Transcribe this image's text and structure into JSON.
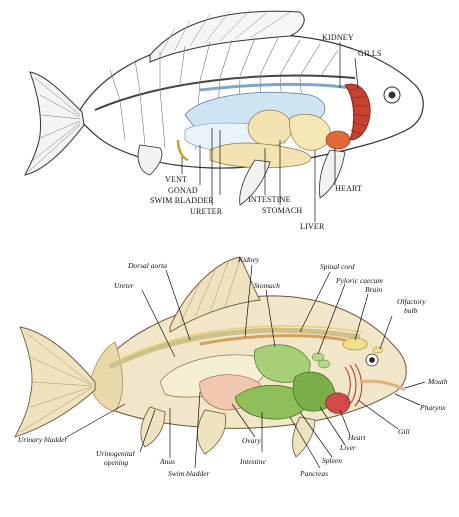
{
  "diagram_top": {
    "labels": {
      "kidney": "KIDNEY",
      "gills": "GILLS",
      "vent": "VENT",
      "gonad": "GONAD",
      "swim_bladder": "SWIM BLADDER",
      "ureter": "URETER",
      "intestine": "INTESTINE",
      "stomach": "STOMACH",
      "heart": "HEART",
      "liver": "LIVER"
    }
  },
  "diagram_bottom": {
    "labels": {
      "dorsal_aorta": "Dorsal aorta",
      "kidney": "Kidney",
      "spinal_cord": "Spinal cord",
      "ureter": "Ureter",
      "stomach": "Stomach",
      "pyloric_caecum": "Pyloric caecum",
      "brain": "Brain",
      "olfactory_bulb_1": "Olfactory",
      "olfactory_bulb_2": "bulb",
      "mouth": "Mouth",
      "pharynx": "Pharynx",
      "gill": "Gill",
      "heart": "Heart",
      "liver": "Liver",
      "spleen": "Spleen",
      "pancreas": "Pancreas",
      "intestine": "Intestine",
      "ovary": "Ovary",
      "swim_bladder": "Swim bladder",
      "anus": "Anus",
      "urinogenital_1": "Urinogenital",
      "urinogenital_2": "opening",
      "urinary_bladder": "Urinary bladder"
    }
  },
  "colors": {
    "gills_red": "#c8412f",
    "swim_bladder_blue": "#cfe4f2",
    "organ_cream": "#f3e3b0",
    "liver_green": "#8fbf5a",
    "bone_tan": "#d9c9a0"
  }
}
